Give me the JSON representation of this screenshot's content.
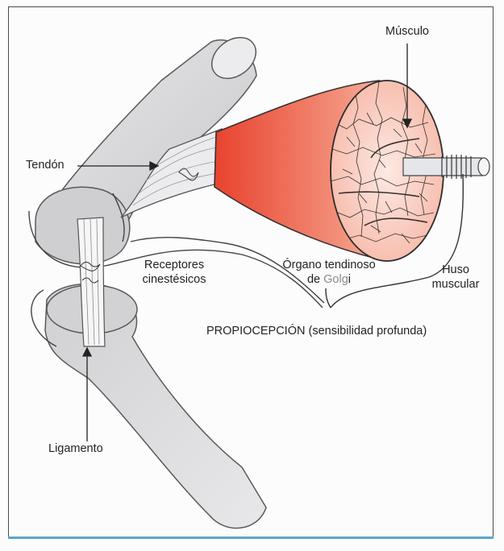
{
  "labels": {
    "musculo": "Músculo",
    "tendon": "Tendón",
    "receptores_line1": "Receptores",
    "receptores_line2": "cinestésicos",
    "organo_line1": "Órgano tendinoso",
    "organo_line2_prefix": "de ",
    "organo_line2_golgi": "Golg",
    "organo_line2_suffix": "i",
    "huso_line1": "Huso",
    "huso_line2": "muscular",
    "propiocepcion": "PROPIOCEPCIÓN (sensibilidad profunda)",
    "ligamento": "Ligamento"
  },
  "colors": {
    "bone": "#d9d9db",
    "bone_edge": "#5a5a5a",
    "muscle_start": "#e8432e",
    "muscle_end": "#fbe2d9",
    "capsule_line": "#444444",
    "accent_rule": "#5aa6c9"
  }
}
